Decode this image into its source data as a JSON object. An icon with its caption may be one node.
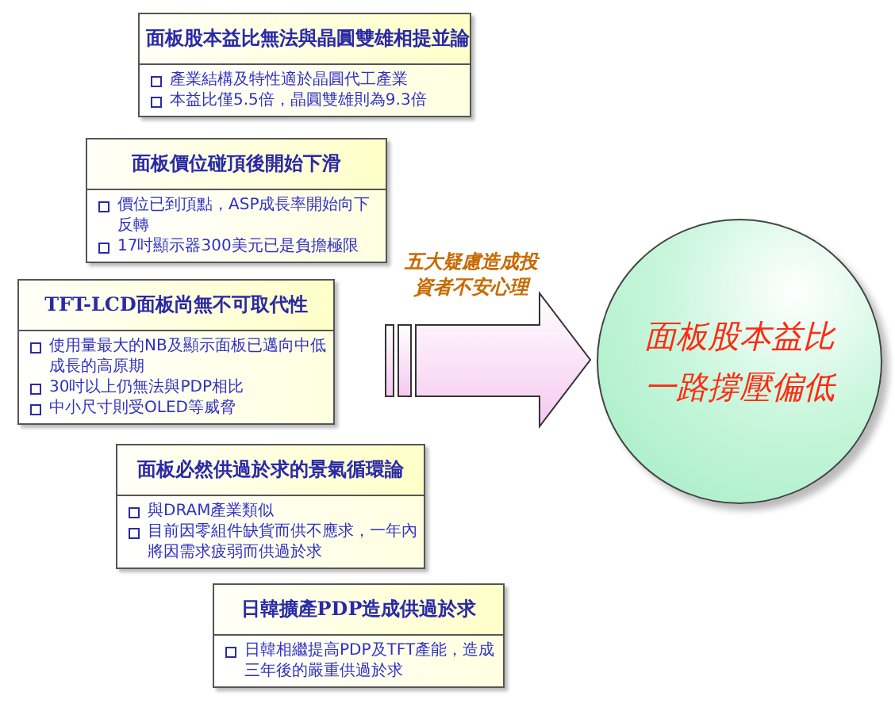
{
  "diagram": {
    "nodes": [
      {
        "text": [
          "面板股本益比無法與晶圓雙雄相提並論",
          "產業結構及特性適於晶圓代工產業",
          "本益比僅5.5倍，晶圓雙雄則為9.3倍"
        ]
      },
      {
        "text": [
          "面板價位碰頂後開始下滑",
          "價位已到頂點，ASP成長率開始向下反轉",
          "17吋顯示器300美元已是負擔極限"
        ]
      },
      {
        "text": [
          "TFT-LCD面板尚無不可取代性",
          "使用量最大的NB及顯示面板已邁向中低成長的高原期",
          "30吋以上仍無法與PDP相比",
          "中小尺寸則受OLED等威脅"
        ]
      },
      {
        "text": [
          "面板必然供過於求的景氣循環論",
          "與DRAM產業類似",
          "目前因零組件缺貨而供不應求，一年內將因需求疲弱而供過於求"
        ]
      },
      {
        "text": [
          "日韓擴產PDP造成供過於求",
          "日韓相繼提高PDP及TFT產能，造成三年後的嚴重供過於求"
        ]
      },
      {
        "text": [
          "面板股本益比一路撐壓偏低"
        ]
      }
    ],
    "edges": [
      {
        "from": null,
        "to": 5,
        "arrow": "to",
        "label": "五大疑慮造成投資者不安心理"
      }
    ]
  }
}
